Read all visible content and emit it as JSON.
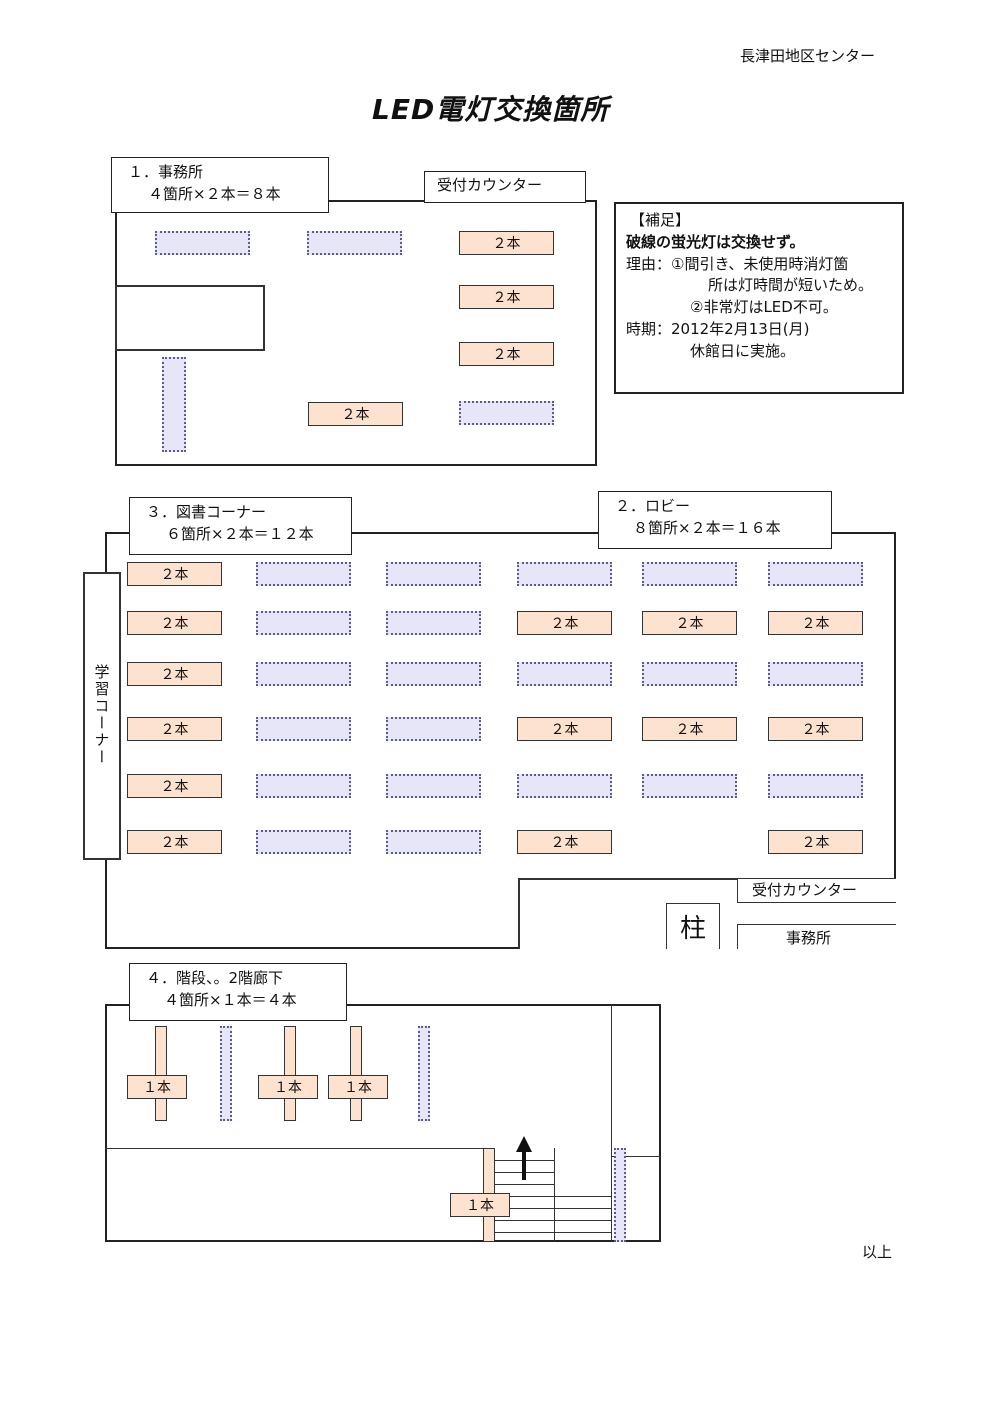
{
  "header": {
    "org": "長津田地区センター",
    "title": "LED電灯交換箇所"
  },
  "note": {
    "heading": "【補足】",
    "bold": "破線の蛍光灯は交換せず。",
    "reason1_a": "理由：①間引き、未使用時消灯箇",
    "reason1_b": "所は灯時間が短いため。",
    "reason2": "②非常灯はLED不可。",
    "period_a": "時期：2012年2月13日(月)",
    "period_b": "休館日に実施。"
  },
  "sections": {
    "office": {
      "line1": "１．事務所",
      "line2": "４箇所×２本＝８本"
    },
    "library": {
      "line1": "３．図書コーナー",
      "line2": "６箇所×２本＝１２本"
    },
    "lobby": {
      "line1": "２．ロビー",
      "line2": "８箇所×２本＝１６本"
    },
    "stairs": {
      "line1": "４．階段、。2階廊下",
      "line2": "４箇所×１本＝４本"
    }
  },
  "labels": {
    "reception_top": "受付カウンター",
    "reception_bottom": "受付カウンター",
    "office_bottom": "事務所",
    "pillar": "柱",
    "study_corner": "学習コーナー",
    "two": "２本",
    "one": "１本"
  },
  "footer": {
    "end": "以上"
  }
}
